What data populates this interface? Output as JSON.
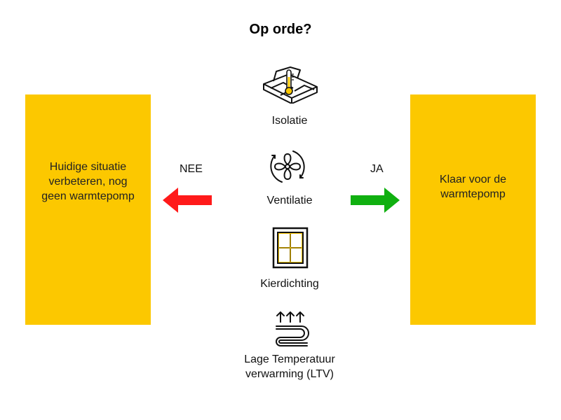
{
  "title": "Op orde?",
  "left_box": {
    "text": "Huidige situatie verbeteren, nog geen warmtepomp"
  },
  "right_box": {
    "text": "Klaar voor de warmtepomp"
  },
  "no_label": "NEE",
  "yes_label": "JA",
  "items": [
    {
      "label": "Isolatie",
      "icon": "insulated-house-thermometer-icon"
    },
    {
      "label": "Ventilatie",
      "icon": "fan-icon"
    },
    {
      "label": "Kierdichting",
      "icon": "window-draught-sealing-icon"
    },
    {
      "label": "Lage Temperatuur verwarming (LTV)",
      "icon": "floor-heating-icon"
    }
  ],
  "colors": {
    "box": "#FCC800",
    "no_arrow": "#FF1A1A",
    "yes_arrow": "#10B010",
    "icon_accent": "#FCC800"
  }
}
